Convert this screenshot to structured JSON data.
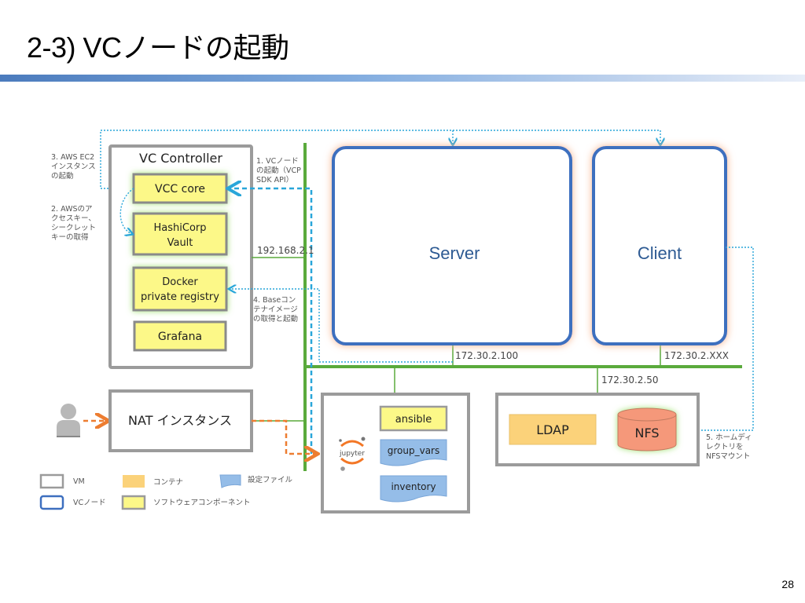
{
  "title": "2-3) VCノードの起動",
  "page_number": "28",
  "colors": {
    "vm_border": "#9b9b9b",
    "vc_node_border": "#3d6fbf",
    "vc_node_glow": "#f7c3a4",
    "software_fill": "#fcf888",
    "container_fill": "#fbd27a",
    "config_fill": "#95bde8",
    "network_green": "#5aaa3c",
    "flow_blue": "#29a6d9",
    "flow_orange": "#ed7d31",
    "nfs_fill": "#f5987a"
  },
  "vc_controller": {
    "label": "VC Controller",
    "components": [
      "VCC core",
      "HashiCorp Vault",
      "Docker private registry",
      "Grafana"
    ]
  },
  "vc_nodes": {
    "server": "Server",
    "client": "Client"
  },
  "nat": {
    "label": "NAT インスタンス"
  },
  "jupyter": {
    "logo": "jupyter",
    "software": "ansible",
    "config_files": [
      "group_vars",
      "inventory"
    ]
  },
  "storage": {
    "ldap": "LDAP",
    "nfs": "NFS"
  },
  "ip_addresses": {
    "controller": "192.168.2.1",
    "server": "172.30.2.100",
    "client": "172.30.2.XXX",
    "storage": "172.30.2.50"
  },
  "steps": {
    "step1": [
      "1. VCノード",
      "の起動（VCP",
      "SDK API）"
    ],
    "step2": [
      "2. AWSのア",
      "クセスキー、",
      "シークレット",
      "キーの取得"
    ],
    "step3": [
      "3. AWS EC2",
      "インスタンス",
      "の起動"
    ],
    "step4": [
      "4. Baseコン",
      "テナイメージ",
      "の取得と起動"
    ],
    "step5": [
      "5. ホームディ",
      "レクトリを",
      "NFSマウント"
    ]
  },
  "legend": [
    {
      "icon": "vm-box-icon",
      "label": "VM"
    },
    {
      "icon": "container-icon",
      "label": "コンテナ"
    },
    {
      "icon": "config-file-icon",
      "label": "設定ファイル"
    },
    {
      "icon": "vc-node-icon",
      "label": "VCノード"
    },
    {
      "icon": "software-component-icon",
      "label": "ソフトウェアコンポーネント"
    }
  ]
}
